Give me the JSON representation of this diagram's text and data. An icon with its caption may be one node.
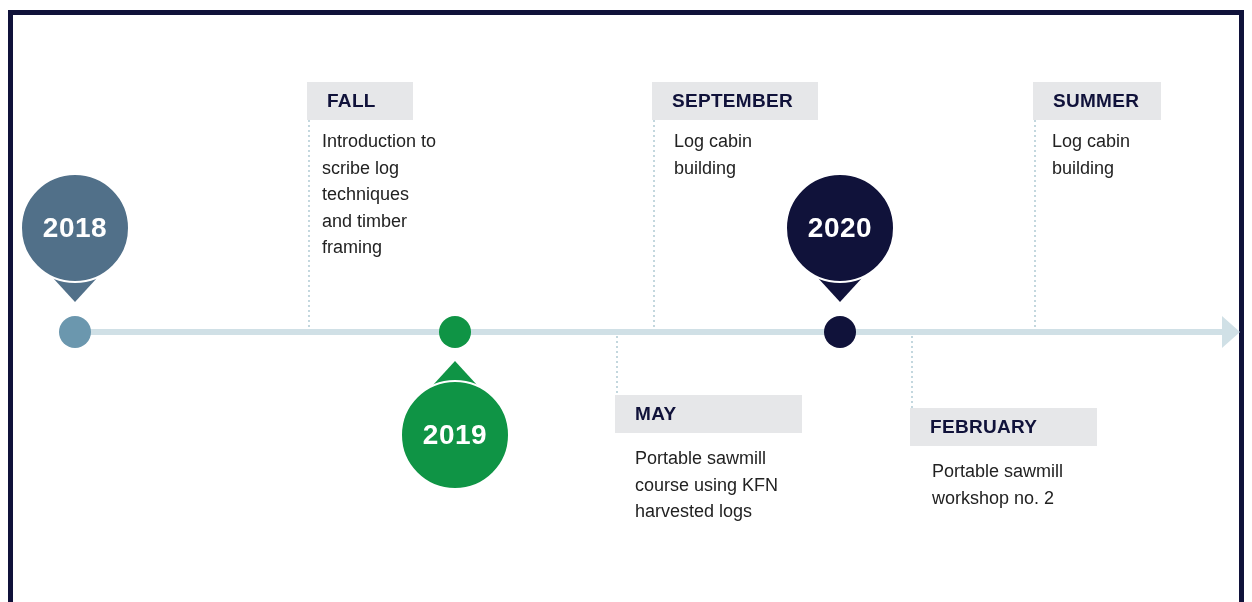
{
  "diagram": {
    "nodes": [
      {
        "text": [
          "2018"
        ]
      },
      {
        "text": [
          "FALL",
          "Introduction to scribe log techniques and timber framing"
        ]
      },
      {
        "text": [
          "2019"
        ]
      },
      {
        "text": [
          "MAY",
          "Portable sawmill course using KFN harvested logs"
        ]
      },
      {
        "text": [
          "SEPTEMBER",
          "Log cabin building"
        ]
      },
      {
        "text": [
          "2020"
        ]
      },
      {
        "text": [
          "FEBRUARY",
          "Portable sawmill workshop no. 2"
        ]
      },
      {
        "text": [
          "SUMMER",
          "Log cabin building"
        ]
      }
    ],
    "edges": [
      {
        "from": 1,
        "to": null,
        "arrow": "none"
      },
      {
        "from": 3,
        "to": null,
        "arrow": "none"
      },
      {
        "from": 4,
        "to": null,
        "arrow": "none"
      },
      {
        "from": 6,
        "to": null,
        "arrow": "none"
      },
      {
        "from": 7,
        "to": null,
        "arrow": "none"
      }
    ]
  }
}
